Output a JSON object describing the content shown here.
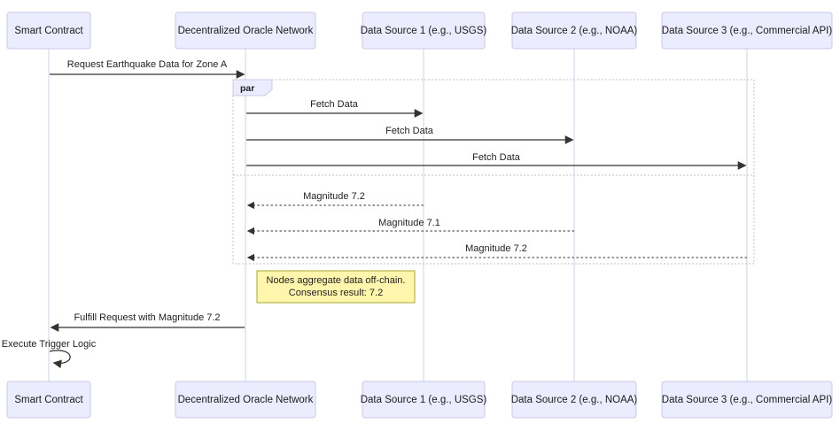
{
  "diagram": {
    "type": "sequence-diagram",
    "actors": [
      {
        "id": "smart-contract",
        "label": "Smart Contract"
      },
      {
        "id": "oracle-network",
        "label": "Decentralized Oracle Network"
      },
      {
        "id": "data-source-1",
        "label": "Data Source 1 (e.g., USGS)"
      },
      {
        "id": "data-source-2",
        "label": "Data Source 2 (e.g., NOAA)"
      },
      {
        "id": "data-source-3",
        "label": "Data Source 3 (e.g., Commercial API)"
      }
    ],
    "messages": [
      {
        "from": "smart-contract",
        "to": "oracle-network",
        "label": "Request Earthquake Data for Zone A",
        "style": "solid"
      },
      {
        "from": "oracle-network",
        "to": "data-source-1",
        "label": "Fetch Data",
        "style": "solid"
      },
      {
        "from": "oracle-network",
        "to": "data-source-2",
        "label": "Fetch Data",
        "style": "solid"
      },
      {
        "from": "oracle-network",
        "to": "data-source-3",
        "label": "Fetch Data",
        "style": "solid"
      },
      {
        "from": "data-source-1",
        "to": "oracle-network",
        "label": "Magnitude 7.2",
        "style": "dashed"
      },
      {
        "from": "data-source-2",
        "to": "oracle-network",
        "label": "Magnitude 7.1",
        "style": "dashed"
      },
      {
        "from": "data-source-3",
        "to": "oracle-network",
        "label": "Magnitude 7.2",
        "style": "dashed"
      },
      {
        "from": "oracle-network",
        "to": "smart-contract",
        "label": "Fulfill Request with Magnitude 7.2",
        "style": "solid"
      },
      {
        "from": "smart-contract",
        "to": "smart-contract",
        "label": "Execute Trigger Logic",
        "style": "self-loop"
      }
    ],
    "par": {
      "label": "par"
    },
    "note": {
      "lines": [
        "Nodes aggregate data off-chain.",
        "Consensus result: 7.2"
      ]
    },
    "colors": {
      "actor_fill": "#ECECFF",
      "actor_border": "#C9C9E8",
      "lifeline": "#D2D2E8",
      "arrow": "#333333",
      "par_border": "#BFBFDD",
      "note_fill": "#FFF5AD",
      "note_border": "#AAAA33",
      "background": "#FFFFFF"
    }
  }
}
